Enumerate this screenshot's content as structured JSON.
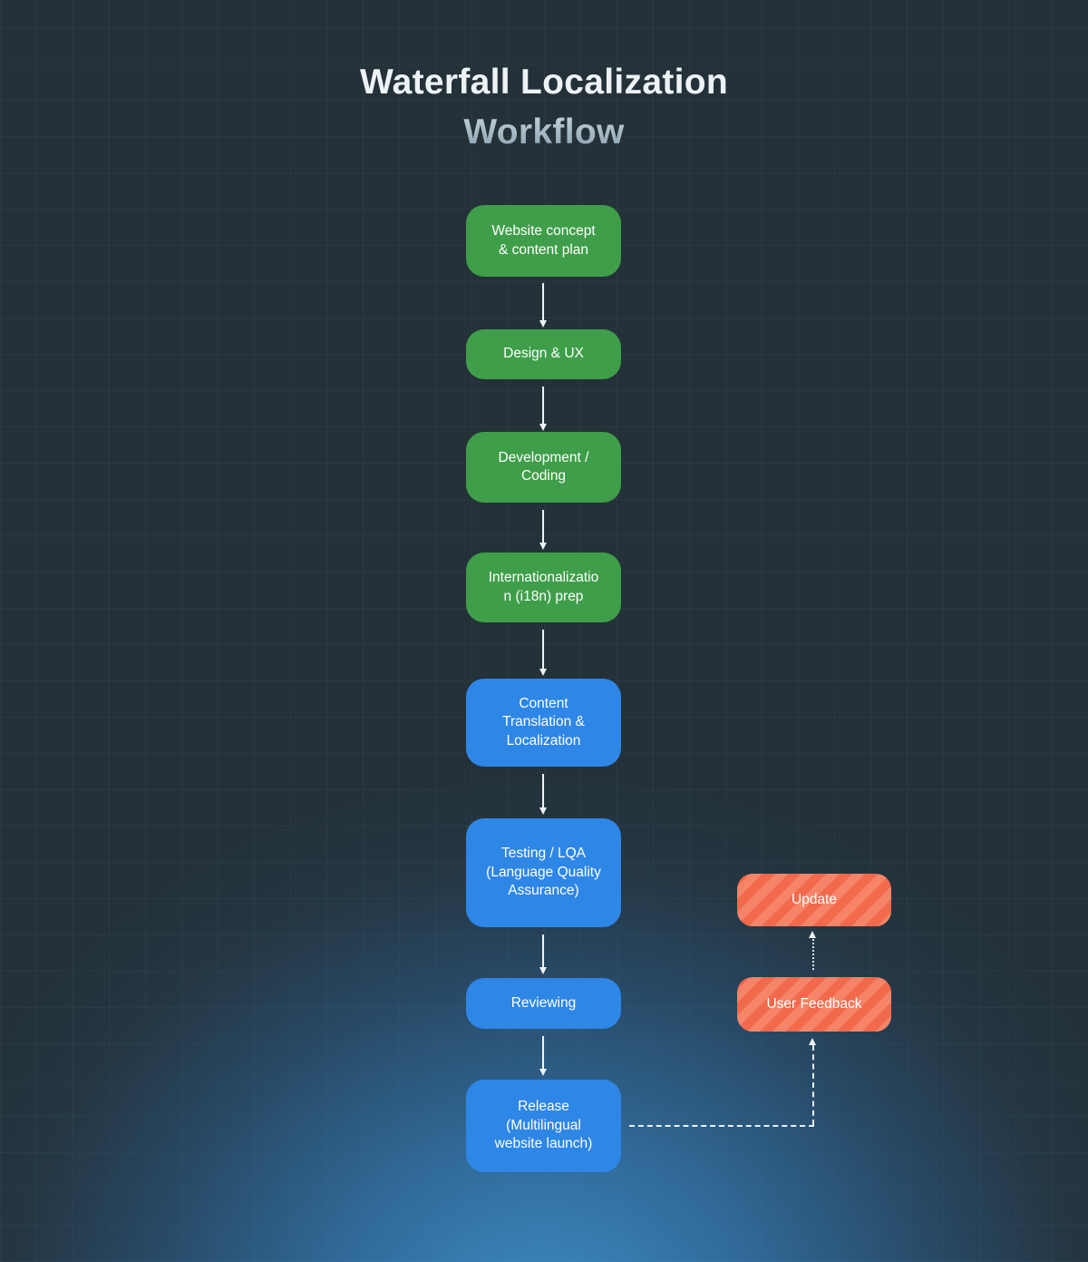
{
  "title": {
    "line1": "Waterfall Localization",
    "line2": "Workflow"
  },
  "nodes": [
    {
      "id": "website-concept",
      "label": "Website concept & content plan",
      "color": "green"
    },
    {
      "id": "design-ux",
      "label": "Design & UX",
      "color": "green"
    },
    {
      "id": "development-coding",
      "label": "Development / Coding",
      "color": "green"
    },
    {
      "id": "i18n-prep",
      "label": "Internationalization (i18n) prep",
      "color": "green"
    },
    {
      "id": "content-translation",
      "label": "Content Translation & Localization",
      "color": "blue"
    },
    {
      "id": "testing-lqa",
      "label": "Testing / LQA (Language Quality Assurance)",
      "color": "blue"
    },
    {
      "id": "reviewing",
      "label": "Reviewing",
      "color": "blue"
    },
    {
      "id": "release",
      "label": "Release (Multilingual website launch)",
      "color": "blue"
    }
  ],
  "side_nodes": [
    {
      "id": "update",
      "label": "Update",
      "color": "orange"
    },
    {
      "id": "user-feedback",
      "label": "User Feedback",
      "color": "orange"
    }
  ],
  "edges": [
    {
      "from": "website-concept",
      "to": "design-ux",
      "style": "solid-arrow"
    },
    {
      "from": "design-ux",
      "to": "development-coding",
      "style": "solid-arrow"
    },
    {
      "from": "development-coding",
      "to": "i18n-prep",
      "style": "solid-arrow"
    },
    {
      "from": "i18n-prep",
      "to": "content-translation",
      "style": "solid-arrow"
    },
    {
      "from": "content-translation",
      "to": "testing-lqa",
      "style": "solid-arrow"
    },
    {
      "from": "testing-lqa",
      "to": "reviewing",
      "style": "solid-arrow"
    },
    {
      "from": "reviewing",
      "to": "release",
      "style": "solid-arrow"
    },
    {
      "from": "release",
      "to": "user-feedback",
      "style": "dashed-arrow"
    },
    {
      "from": "user-feedback",
      "to": "update",
      "style": "dotted-arrow"
    }
  ],
  "colors": {
    "background": "#243138",
    "grid_line": "#2c3c44",
    "glow_blue": "#3e94d2",
    "node_green": "#3f9e49",
    "node_blue": "#2e86e6",
    "node_orange_base": "#f2694c",
    "node_orange_stripe": "#f58468",
    "arrow": "#eef4f6",
    "title_primary": "#edf3f5",
    "title_secondary": "#9fb2bc"
  }
}
